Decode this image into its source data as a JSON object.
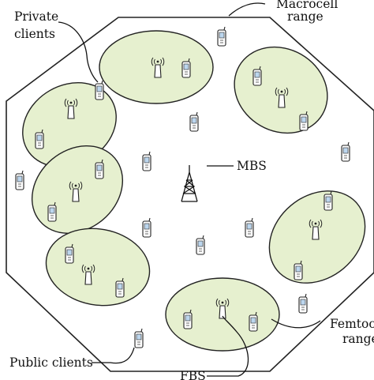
{
  "diagram": {
    "labels": {
      "macrocell_range": [
        "Macrocell",
        "range"
      ],
      "private_clients": [
        "Private",
        "clients"
      ],
      "mbs": "MBS",
      "femtocell_range": [
        "Femtocell",
        "range"
      ],
      "public_clients": "Public clients",
      "fbs": "FBS"
    },
    "femtocells": [
      {
        "id": "fc-top"
      },
      {
        "id": "fc-top-right"
      },
      {
        "id": "fc-left-upper"
      },
      {
        "id": "fc-left-middle"
      },
      {
        "id": "fc-left-lower"
      },
      {
        "id": "fc-right"
      },
      {
        "id": "fc-bottom"
      }
    ],
    "colors": {
      "cell_fill": "#e6f0cf",
      "line": "#222222",
      "phone_screen": "#bcd6ee"
    },
    "icons": [
      "phone-icon",
      "femto-base-station-icon",
      "macro-base-station-icon"
    ]
  }
}
